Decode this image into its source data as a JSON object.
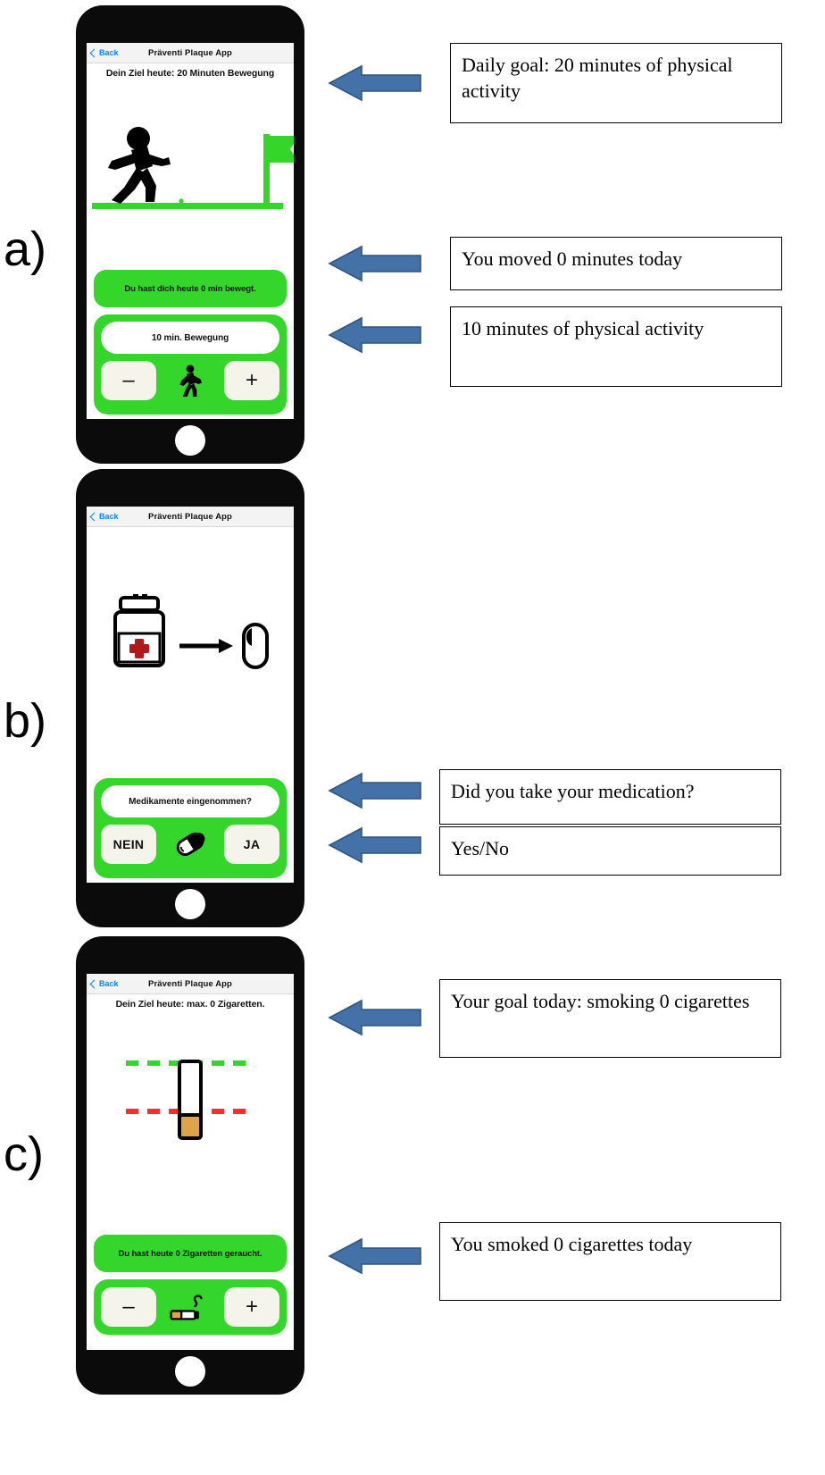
{
  "figure": {
    "panels": [
      {
        "letter": "a)"
      },
      {
        "letter": "b)"
      },
      {
        "letter": "c)"
      }
    ]
  },
  "app": {
    "nav": {
      "back_label": "Back",
      "title": "Präventi Plaque App"
    }
  },
  "screen_activity": {
    "goal_text": "Dein Ziel heute: 20 Minuten Bewegung",
    "status_text": "Du hast dich heute 0 min bewegt.",
    "field_text": "10 min. Bewegung",
    "minus_label": "–",
    "plus_label": "+",
    "icon": "walking-person-icon"
  },
  "screen_medication": {
    "question_text": "Medikamente eingenommen?",
    "no_label": "NEIN",
    "yes_label": "JA",
    "icon": "pill-capsule-icon"
  },
  "screen_smoking": {
    "goal_text": "Dein Ziel heute: max. 0 Zigaretten.",
    "status_text": "Du hast heute 0 Zigaretten geraucht.",
    "minus_label": "–",
    "plus_label": "+",
    "icon": "cigarette-icon"
  },
  "annotations": [
    {
      "id": "a1",
      "text": "Daily goal: 20 minutes of physical activity"
    },
    {
      "id": "a2",
      "text": "You moved 0 minutes today"
    },
    {
      "id": "a3",
      "text": "10 minutes of physical activity"
    },
    {
      "id": "b1",
      "text": "Did you take your medication?"
    },
    {
      "id": "b2",
      "text": "Yes/No"
    },
    {
      "id": "c1",
      "text": "Your goal today: smoking 0 cigarettes"
    },
    {
      "id": "c2",
      "text": "You smoked 0 cigarettes today"
    }
  ],
  "colors": {
    "green": "#35d62c",
    "arrow_blue": "#4472a8",
    "link_blue": "#0a84ff",
    "red": "#ff2d2d",
    "filter_tan": "#e0a34a"
  }
}
